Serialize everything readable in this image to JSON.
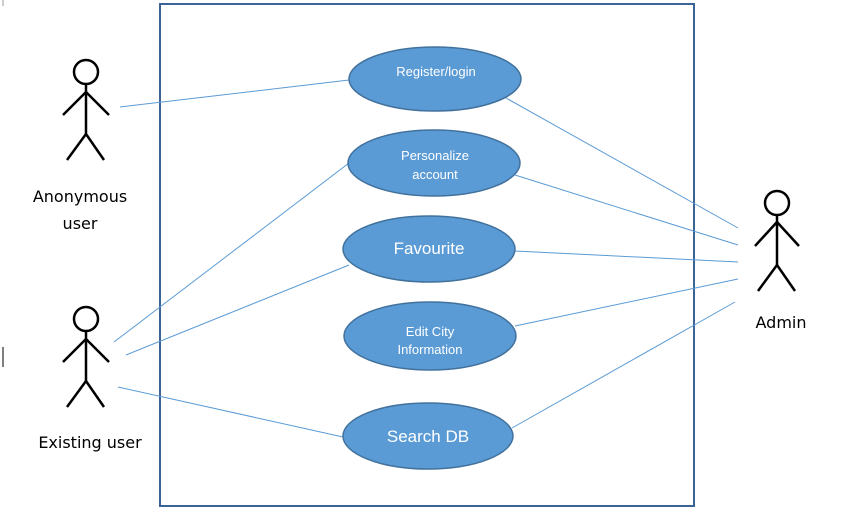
{
  "diagram": {
    "colors": {
      "boundary": "#3a6496",
      "usecase_fill": "#5b9bd5",
      "usecase_stroke": "#41719c",
      "association_line": "#5b9bd5",
      "actor_stroke": "#000000"
    },
    "actors": {
      "anonymous": {
        "label_line1": "Anonymous",
        "label_line2": "user"
      },
      "existing": {
        "label": "Existing user"
      },
      "admin": {
        "label": "Admin"
      }
    },
    "usecases": {
      "register": {
        "label": "Register/login"
      },
      "personalize": {
        "line1": "Personalize",
        "line2": "account"
      },
      "favourite": {
        "label": "Favourite"
      },
      "edit_city": {
        "line1": "Edit City",
        "line2": "Information"
      },
      "search_db": {
        "label": "Search DB"
      }
    }
  }
}
